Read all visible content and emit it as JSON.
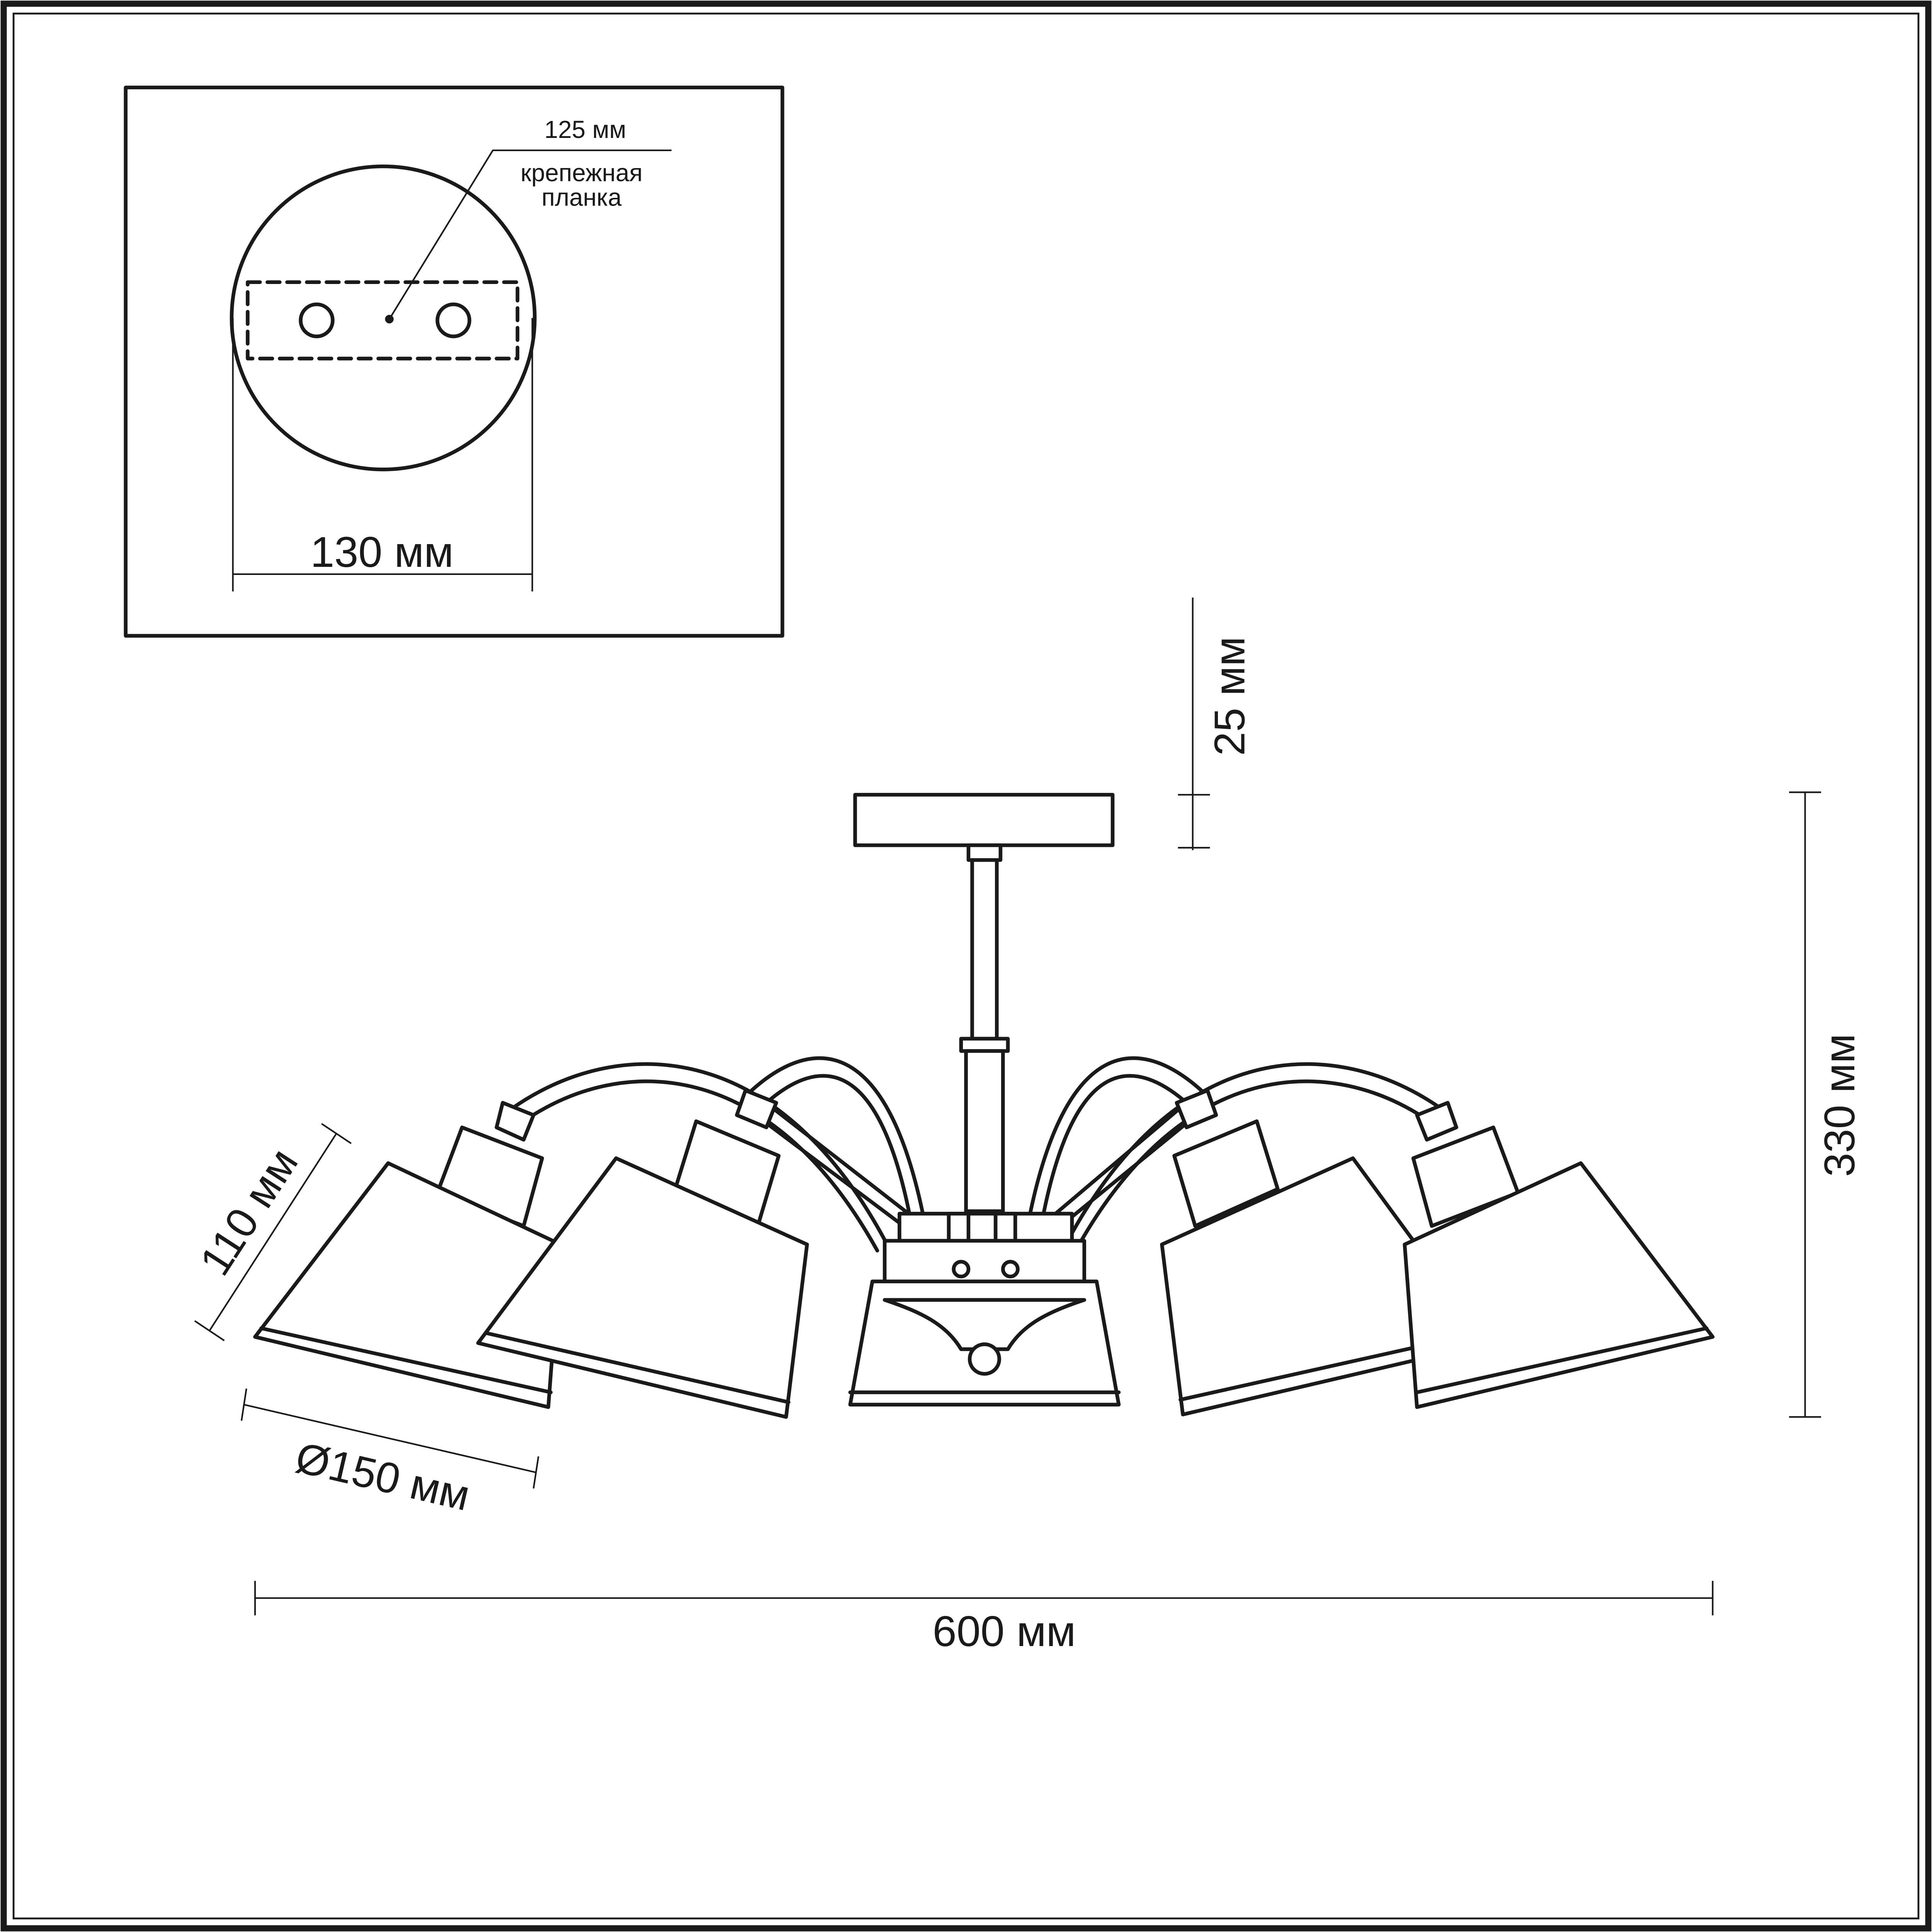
{
  "mount_detail": {
    "bracket_length": "125 мм",
    "bracket_label_line1": "крепежная",
    "bracket_label_line2": "планка",
    "canopy_diameter": "130 мм"
  },
  "dimensions": {
    "canopy_height": "25 мм",
    "total_height": "330 мм",
    "shade_height": "110 мм",
    "shade_diameter": "Ø150 мм",
    "total_width": "600 мм"
  },
  "colors": {
    "line": "#1a1a1a",
    "background": "#ffffff"
  }
}
